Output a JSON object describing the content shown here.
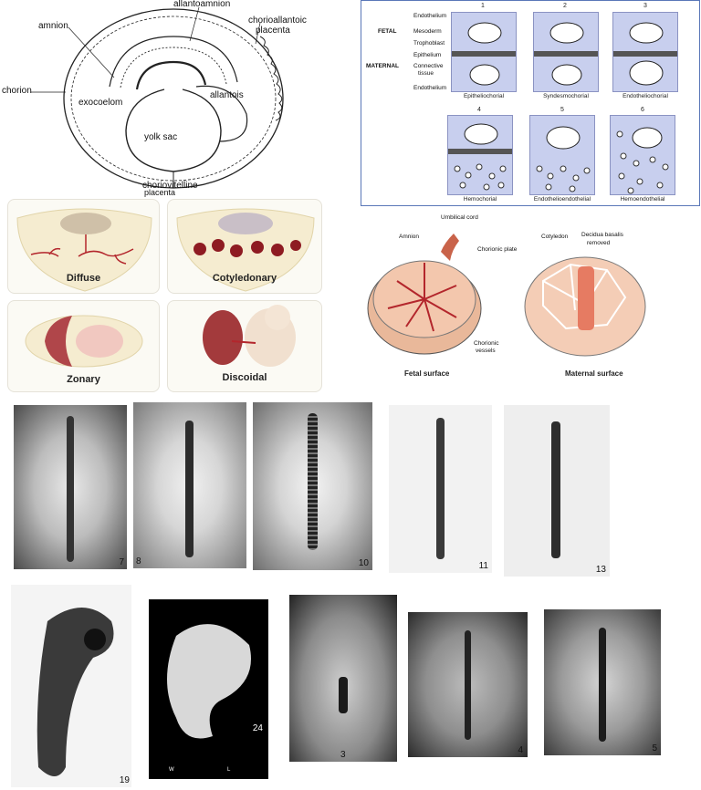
{
  "membranes": {
    "labels": {
      "allantoamnion": "allantoamnion",
      "amnion": "amnion",
      "chorioallantoic": "chorioallantoic",
      "placenta": "placenta",
      "chorion": "chorion",
      "exocoelom": "exocoelom",
      "allantois": "allantois",
      "yolk_sac": "yolk sac",
      "choriovitelline": "choriovitelline",
      "placenta_bottom": "placenta"
    }
  },
  "histology": {
    "row_labels": {
      "endothelium_top": "Endothelium",
      "fetal": "FETAL",
      "mesoderm": "Mesoderm",
      "trophoblast": "Trophoblast",
      "epithelium": "Epithelium",
      "maternal": "MATERNAL",
      "connective": "Connective",
      "tissue": "tissue",
      "endothelium_bottom": "Endothelium"
    },
    "panels": [
      {
        "num": "1",
        "caption": "Epitheliochorial"
      },
      {
        "num": "2",
        "caption": "Syndesmochorial"
      },
      {
        "num": "3",
        "caption": "Endotheliochorial"
      },
      {
        "num": "4",
        "caption": "Hemochorial"
      },
      {
        "num": "5",
        "caption": "Endothelioendothelial"
      },
      {
        "num": "6",
        "caption": "Hemoendothelial"
      }
    ]
  },
  "placenta_types": {
    "diffuse": "Diffuse",
    "cotyledonary": "Cotyledonary",
    "zonary": "Zonary",
    "discoidal": "Discoidal"
  },
  "fetal_maternal": {
    "umbilical_cord": "Umbilical cord",
    "amnion": "Amnion",
    "chorionic_plate": "Chorionic plate",
    "chorionic": "Chorionic",
    "vessels": "vessels",
    "cotyledon": "Cotyledon",
    "decidua_basalis": "Decidua basalis",
    "removed": "removed",
    "fetal_surface": "Fetal surface",
    "maternal_surface": "Maternal surface"
  },
  "embryo_row1": [
    "7",
    "8",
    "10",
    "11",
    "13"
  ],
  "embryo_row2": [
    "19",
    "24",
    "3",
    "4",
    "5"
  ],
  "embryo_24_sub": [
    "W",
    "L"
  ],
  "colors": {
    "histo_border": "#5a77b8",
    "histo_bg": "#c8cfee",
    "vessel_red": "#b3262c",
    "card_bg": "#fbfaf4"
  }
}
